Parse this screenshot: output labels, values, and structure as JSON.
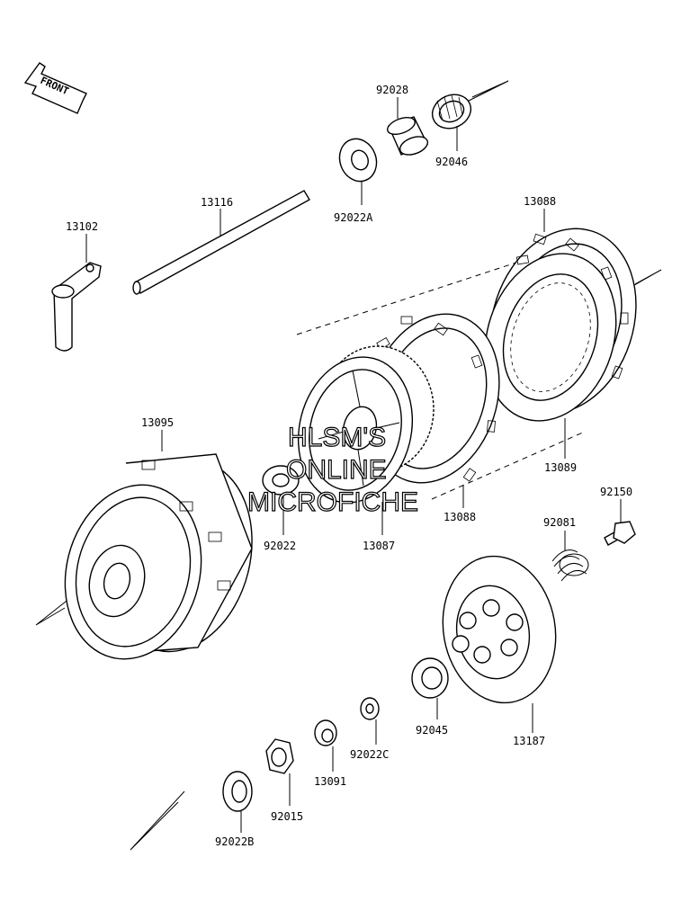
{
  "front_marker": "FRONT",
  "watermark": [
    "HLSM'S",
    "ONLINE",
    "MICROFICHE"
  ],
  "parts": {
    "p92028": "92028",
    "p92046": "92046",
    "p92022A": "92022A",
    "p13116": "13116",
    "p13102": "13102",
    "p13088_top": "13088",
    "p13089": "13089",
    "p13095": "13095",
    "p92022": "92022",
    "p13087": "13087",
    "p13088_bottom": "13088",
    "p92150": "92150",
    "p92081": "92081",
    "p92045": "92045",
    "p13187": "13187",
    "p92022C": "92022C",
    "p13091": "13091",
    "p92015": "92015",
    "p92022B": "92022B"
  }
}
